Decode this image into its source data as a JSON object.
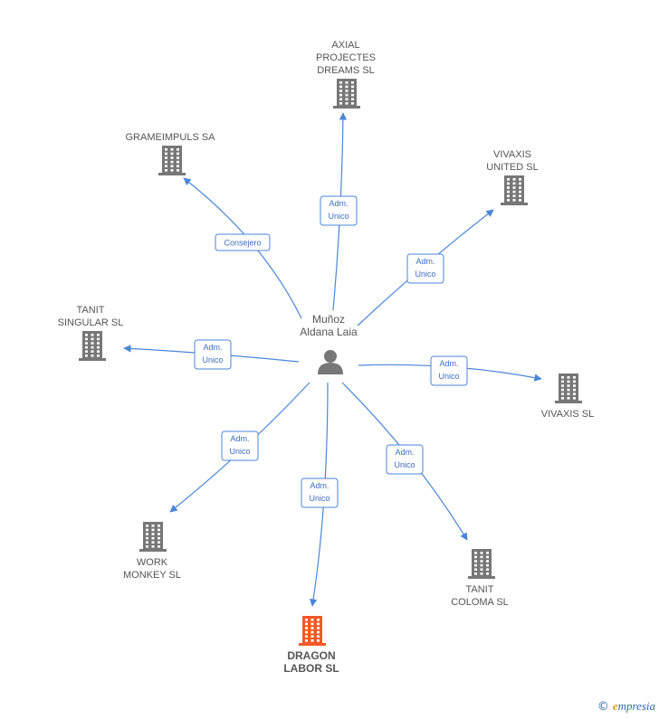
{
  "center": {
    "lines": [
      "Muñoz",
      "Aldana Laia"
    ],
    "icon": "person-icon",
    "color": "#777777"
  },
  "colors": {
    "edge": "#4a86d8",
    "company": "#777777",
    "highlight": "#f05a28"
  },
  "nodes": [
    {
      "id": "axial",
      "lines": [
        "AXIAL",
        "PROJECTES",
        "DREAMS  SL"
      ],
      "role_lines": [
        "Adm.",
        "Unico"
      ],
      "highlight": false
    },
    {
      "id": "grameimpuls",
      "lines": [
        "GRAMEIMPULS SA"
      ],
      "role_lines": [
        "Consejero"
      ],
      "highlight": false
    },
    {
      "id": "vivaxis-united",
      "lines": [
        "VIVAXIS",
        "UNITED  SL"
      ],
      "role_lines": [
        "Adm.",
        "Unico"
      ],
      "highlight": false
    },
    {
      "id": "tanit-singular",
      "lines": [
        "TANIT",
        "SINGULAR  SL"
      ],
      "role_lines": [
        "Adm.",
        "Unico"
      ],
      "highlight": false
    },
    {
      "id": "vivaxis",
      "lines": [
        "VIVAXIS  SL"
      ],
      "role_lines": [
        "Adm.",
        "Unico"
      ],
      "highlight": false
    },
    {
      "id": "work-monkey",
      "lines": [
        "WORK",
        "MONKEY  SL"
      ],
      "role_lines": [
        "Adm.",
        "Unico"
      ],
      "highlight": false
    },
    {
      "id": "tanit-coloma",
      "lines": [
        "TANIT",
        "COLOMA  SL"
      ],
      "role_lines": [
        "Adm.",
        "Unico"
      ],
      "highlight": false
    },
    {
      "id": "dragon-labor",
      "lines": [
        "DRAGON",
        "LABOR  SL"
      ],
      "role_lines": [
        "Adm.",
        "Unico"
      ],
      "highlight": true
    }
  ],
  "footer": {
    "copyright": "©",
    "brand_initial": "e",
    "brand_rest": "mpresia"
  }
}
